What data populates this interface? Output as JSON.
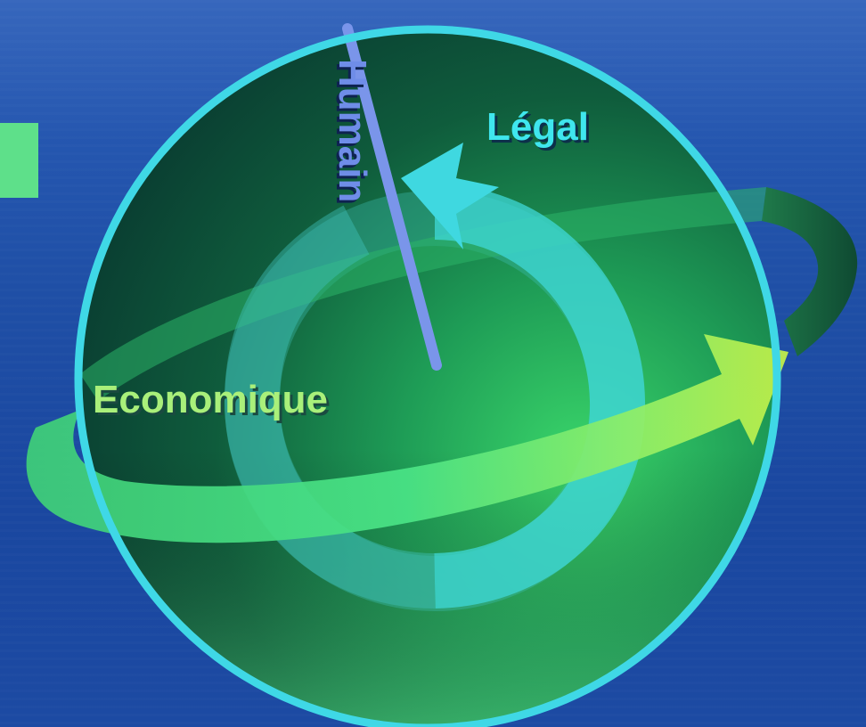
{
  "diagram": {
    "labels": {
      "legal": "Légal",
      "economique": "Economique",
      "humain": "Humain"
    }
  },
  "colors": {
    "background": "#1f4fa6",
    "sphere_rim": "#3fd8e6",
    "green_ribbon": "#4ee07a",
    "cyan_arrow": "#3fd4d8",
    "humain_axis": "#6f8de8",
    "accent_square": "#5ee08a"
  }
}
